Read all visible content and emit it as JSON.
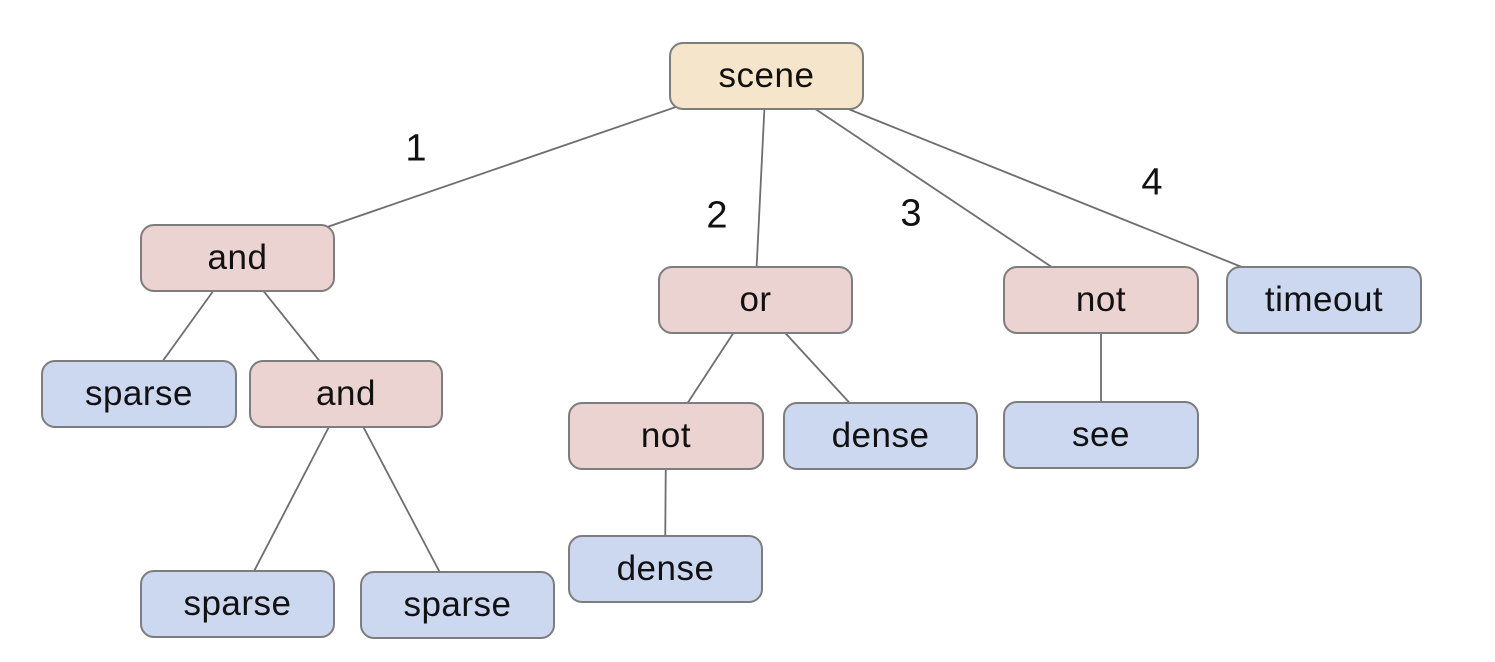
{
  "diagram": {
    "kind": "tree",
    "root_label": "scene",
    "tree": {
      "root": "scene",
      "branches": [
        {
          "edge_label": "1",
          "node": "and",
          "children": [
            {
              "node": "sparse"
            },
            {
              "node": "and",
              "children": [
                {
                  "node": "sparse"
                },
                {
                  "node": "sparse"
                }
              ]
            }
          ]
        },
        {
          "edge_label": "2",
          "node": "or",
          "children": [
            {
              "node": "not",
              "children": [
                {
                  "node": "dense"
                }
              ]
            },
            {
              "node": "dense"
            }
          ]
        },
        {
          "edge_label": "3",
          "node": "not",
          "children": [
            {
              "node": "see"
            }
          ]
        },
        {
          "edge_label": "4",
          "node": "timeout"
        }
      ]
    }
  },
  "colors": {
    "root_fill": "#f5e6cb",
    "operator_fill": "#ebd3d1",
    "leaf_fill": "#ccd8ef",
    "node_border": "#7d7d7d",
    "edge_line": "#6e6e6e",
    "text": "#111111",
    "background": "#ffffff"
  },
  "nodes": [
    {
      "id": "scene",
      "label": "scene",
      "type": "root"
    },
    {
      "id": "and-branch1",
      "label": "and",
      "type": "operator"
    },
    {
      "id": "or-branch2",
      "label": "or",
      "type": "operator"
    },
    {
      "id": "not-branch3",
      "label": "not",
      "type": "operator"
    },
    {
      "id": "timeout",
      "label": "timeout",
      "type": "leaf"
    },
    {
      "id": "sparse-left",
      "label": "sparse",
      "type": "leaf"
    },
    {
      "id": "and-inner",
      "label": "and",
      "type": "operator"
    },
    {
      "id": "sparse-bottom-left",
      "label": "sparse",
      "type": "leaf"
    },
    {
      "id": "sparse-bottom-right",
      "label": "sparse",
      "type": "leaf"
    },
    {
      "id": "not-branch2",
      "label": "not",
      "type": "operator"
    },
    {
      "id": "dense-right",
      "label": "dense",
      "type": "leaf"
    },
    {
      "id": "dense-bottom",
      "label": "dense",
      "type": "leaf"
    },
    {
      "id": "see",
      "label": "see",
      "type": "leaf"
    }
  ],
  "edge_labels": [
    {
      "text": "1"
    },
    {
      "text": "2"
    },
    {
      "text": "3"
    },
    {
      "text": "4"
    }
  ]
}
